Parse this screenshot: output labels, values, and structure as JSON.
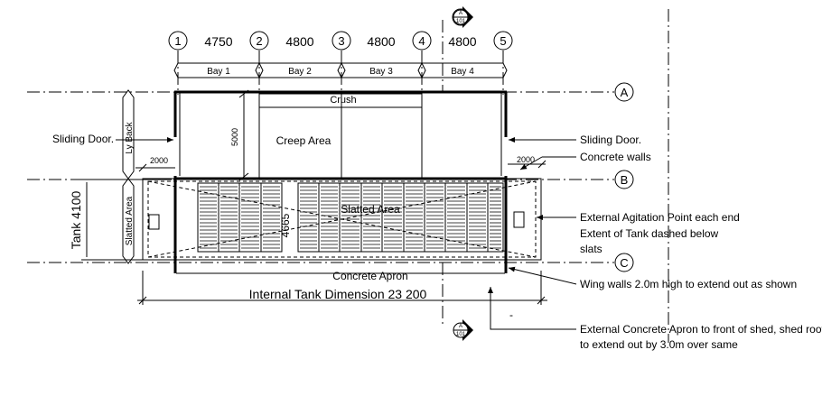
{
  "grid": {
    "columns": [
      "1",
      "2",
      "3",
      "4",
      "5"
    ],
    "rows": [
      "A",
      "B",
      "C"
    ],
    "bay_widths": [
      "4750",
      "4800",
      "4800",
      "4800"
    ]
  },
  "bays": [
    "Bay 1",
    "Bay 2",
    "Bay 3",
    "Bay 4"
  ],
  "section_marker": {
    "top": "A",
    "bottom": "101"
  },
  "labels": {
    "crush": "Crush",
    "creep_area": "Creep Area",
    "slatted_area_overlay": "Slatted Area",
    "lie_back": "Ly Back",
    "slatted_area": "Slatted Area",
    "tank_width": "Tank 4100",
    "depth_5000": "5000",
    "dim_4665": "4665",
    "dim_2000_left": "2000",
    "dim_2000_right": "2000",
    "concrete_apron": "Concrete Apron",
    "internal_tank_dimension": "Internal Tank Dimension 23 200",
    "dash_mark": "-"
  },
  "callouts": {
    "sliding_door_left": "Sliding Door.",
    "sliding_door_right": "Sliding Door.",
    "concrete_walls": "Concrete walls",
    "agitation_point": "External Agitation Point each end",
    "tank_extent_line1": "Extent of Tank dashed below",
    "tank_extent_line2": "slats",
    "wing_walls": "Wing walls 2.0m high to extend out as shown",
    "apron_line1": "External Concrete Apron to front of shed, shed roof",
    "apron_line2": "to extend out by 3.0m over same"
  }
}
